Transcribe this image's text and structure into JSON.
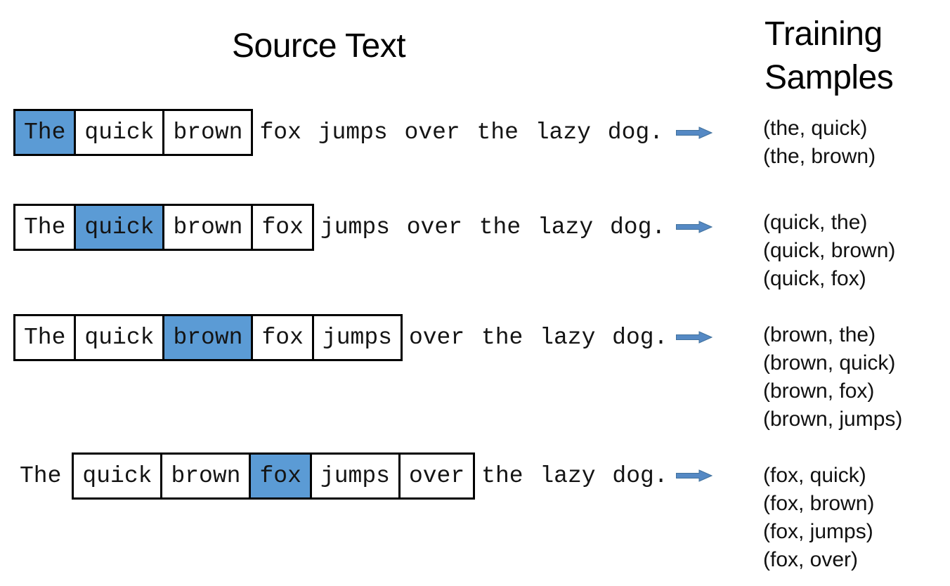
{
  "titles": {
    "source": "Source Text",
    "training_line1": "Training",
    "training_line2": "Samples"
  },
  "colors": {
    "highlight": "#5B9BD5",
    "arrow_fill": "#5589C4",
    "arrow_stroke": "#41719C",
    "box_border": "#000000"
  },
  "sentence": "The quick brown fox jumps over the lazy dog.",
  "rows": [
    {
      "tokens": [
        {
          "text": "The",
          "style": "highlight"
        },
        {
          "text": "quick",
          "style": "box"
        },
        {
          "text": "brown",
          "style": "box"
        },
        {
          "text": "fox jumps over the lazy dog.",
          "style": "plain"
        }
      ],
      "samples": [
        "(the, quick)",
        "(the, brown)"
      ]
    },
    {
      "tokens": [
        {
          "text": "The",
          "style": "box"
        },
        {
          "text": "quick",
          "style": "highlight"
        },
        {
          "text": "brown",
          "style": "box"
        },
        {
          "text": "fox",
          "style": "box"
        },
        {
          "text": "jumps over the lazy dog.",
          "style": "plain"
        }
      ],
      "samples": [
        "(quick, the)",
        "(quick, brown)",
        "(quick, fox)"
      ]
    },
    {
      "tokens": [
        {
          "text": "The",
          "style": "box"
        },
        {
          "text": "quick",
          "style": "box"
        },
        {
          "text": "brown",
          "style": "highlight"
        },
        {
          "text": "fox",
          "style": "box"
        },
        {
          "text": "jumps",
          "style": "box"
        },
        {
          "text": "over the lazy dog.",
          "style": "plain"
        }
      ],
      "samples": [
        "(brown, the)",
        "(brown, quick)",
        "(brown, fox)",
        "(brown, jumps)"
      ]
    },
    {
      "tokens": [
        {
          "text": "The",
          "style": "plain"
        },
        {
          "text": "quick",
          "style": "box"
        },
        {
          "text": "brown",
          "style": "box"
        },
        {
          "text": "fox",
          "style": "highlight"
        },
        {
          "text": "jumps",
          "style": "box"
        },
        {
          "text": "over",
          "style": "box"
        },
        {
          "text": "the lazy dog.",
          "style": "plain"
        }
      ],
      "samples": [
        "(fox, quick)",
        "(fox, brown)",
        "(fox, jumps)",
        "(fox, over)"
      ]
    }
  ]
}
